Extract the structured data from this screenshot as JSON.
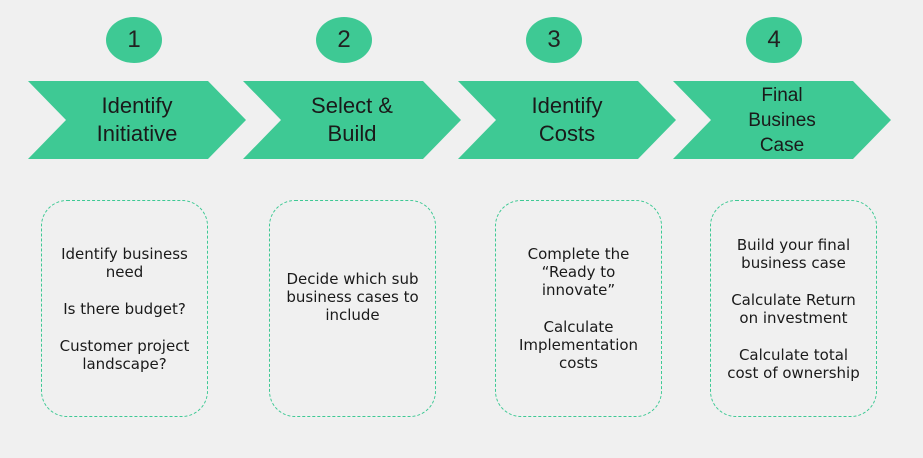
{
  "colors": {
    "accent": "#3ec994",
    "background": "#f0f0f0",
    "text": "#1a1a1a"
  },
  "steps": [
    {
      "number": "1",
      "title_lines": [
        "Identify",
        "Initiative"
      ],
      "items": [
        "Identify business need",
        "Is there budget?",
        "Customer project landscape?"
      ]
    },
    {
      "number": "2",
      "title_lines": [
        "Select &",
        "Build"
      ],
      "items": [
        "Decide which sub business cases to include"
      ]
    },
    {
      "number": "3",
      "title_lines": [
        "Identify",
        "Costs"
      ],
      "items": [
        "Complete the “Ready to innovate”",
        "Calculate Implementation costs"
      ]
    },
    {
      "number": "4",
      "title_lines": [
        "Final",
        "Busines",
        "Case"
      ],
      "items": [
        "Build your final business case",
        "Calculate Return on investment",
        "Calculate total cost of ownership"
      ]
    }
  ]
}
